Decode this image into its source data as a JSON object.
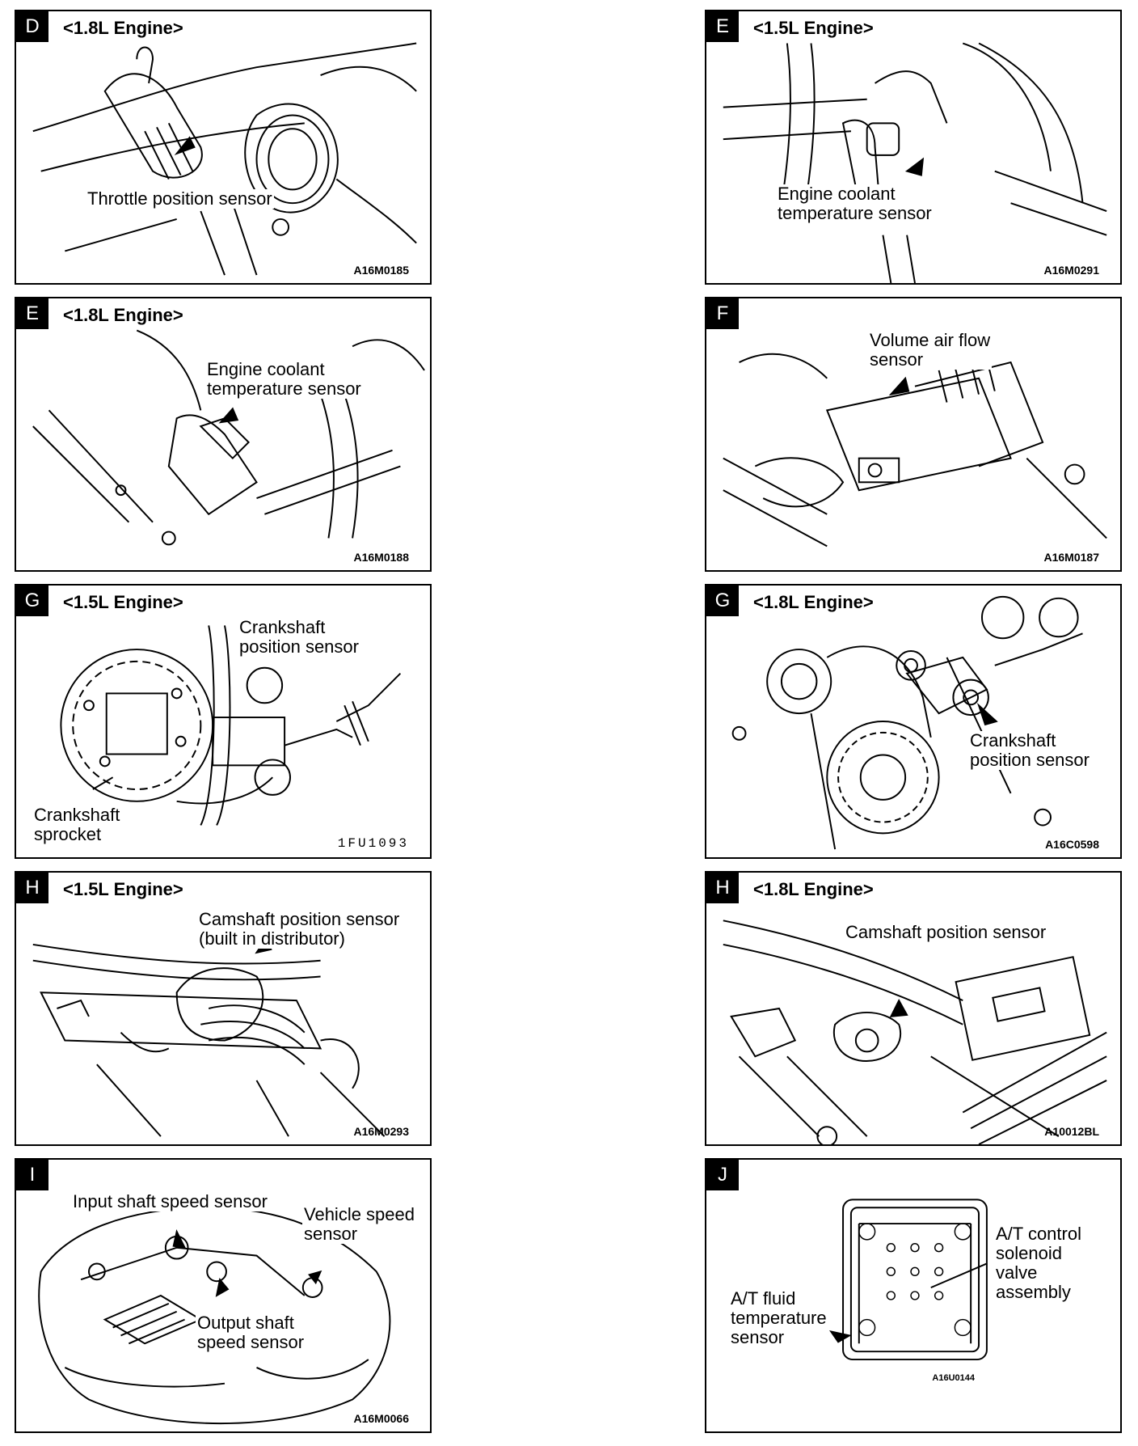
{
  "panels": {
    "p1": {
      "letter": "D",
      "engine": "<1.8L Engine>",
      "labels": [
        "Throttle position sensor"
      ],
      "code": "A16M0185",
      "icon": "throttle-body-illustration"
    },
    "p2": {
      "letter": "E",
      "engine": "<1.5L Engine>",
      "labels": [
        "Engine coolant\ntemperature sensor"
      ],
      "code": "A16M0291",
      "icon": "engine-hoses-illustration"
    },
    "p3": {
      "letter": "E",
      "engine": "<1.8L Engine>",
      "labels": [
        "Engine coolant\ntemperature sensor"
      ],
      "code": "A16M0188",
      "icon": "coolant-sensor-illustration"
    },
    "p4": {
      "letter": "F",
      "engine": "",
      "labels": [
        "Volume air flow\nsensor"
      ],
      "code": "A16M0187",
      "icon": "air-cleaner-illustration"
    },
    "p5": {
      "letter": "G",
      "engine": "<1.5L Engine>",
      "labels": [
        "Crankshaft\nposition sensor",
        "Crankshaft\nsprocket"
      ],
      "code": "1FU1093",
      "icon": "crank-sprocket-illustration"
    },
    "p6": {
      "letter": "G",
      "engine": "<1.8L Engine>",
      "labels": [
        "Crankshaft\nposition sensor"
      ],
      "code": "A16C0598",
      "icon": "timing-belt-illustration"
    },
    "p7": {
      "letter": "H",
      "engine": "<1.5L Engine>",
      "labels": [
        "Camshaft position sensor\n(built in distributor)"
      ],
      "code": "A16M0293",
      "icon": "distributor-illustration"
    },
    "p8": {
      "letter": "H",
      "engine": "<1.8L Engine>",
      "labels": [
        "Camshaft position sensor"
      ],
      "code": "A10012BL",
      "icon": "camshaft-sensor-illustration"
    },
    "p9": {
      "letter": "I",
      "engine": "",
      "labels": [
        "Input shaft speed sensor",
        "Vehicle speed\nsensor",
        "Output shaft\nspeed sensor"
      ],
      "code": "A16M0066",
      "icon": "transaxle-illustration"
    },
    "p10": {
      "letter": "J",
      "engine": "",
      "labels": [
        "A/T control\nsolenoid\nvalve\nassembly",
        "A/T fluid\ntemperature\nsensor"
      ],
      "code": "A16U0144",
      "icon": "valve-body-illustration"
    }
  }
}
